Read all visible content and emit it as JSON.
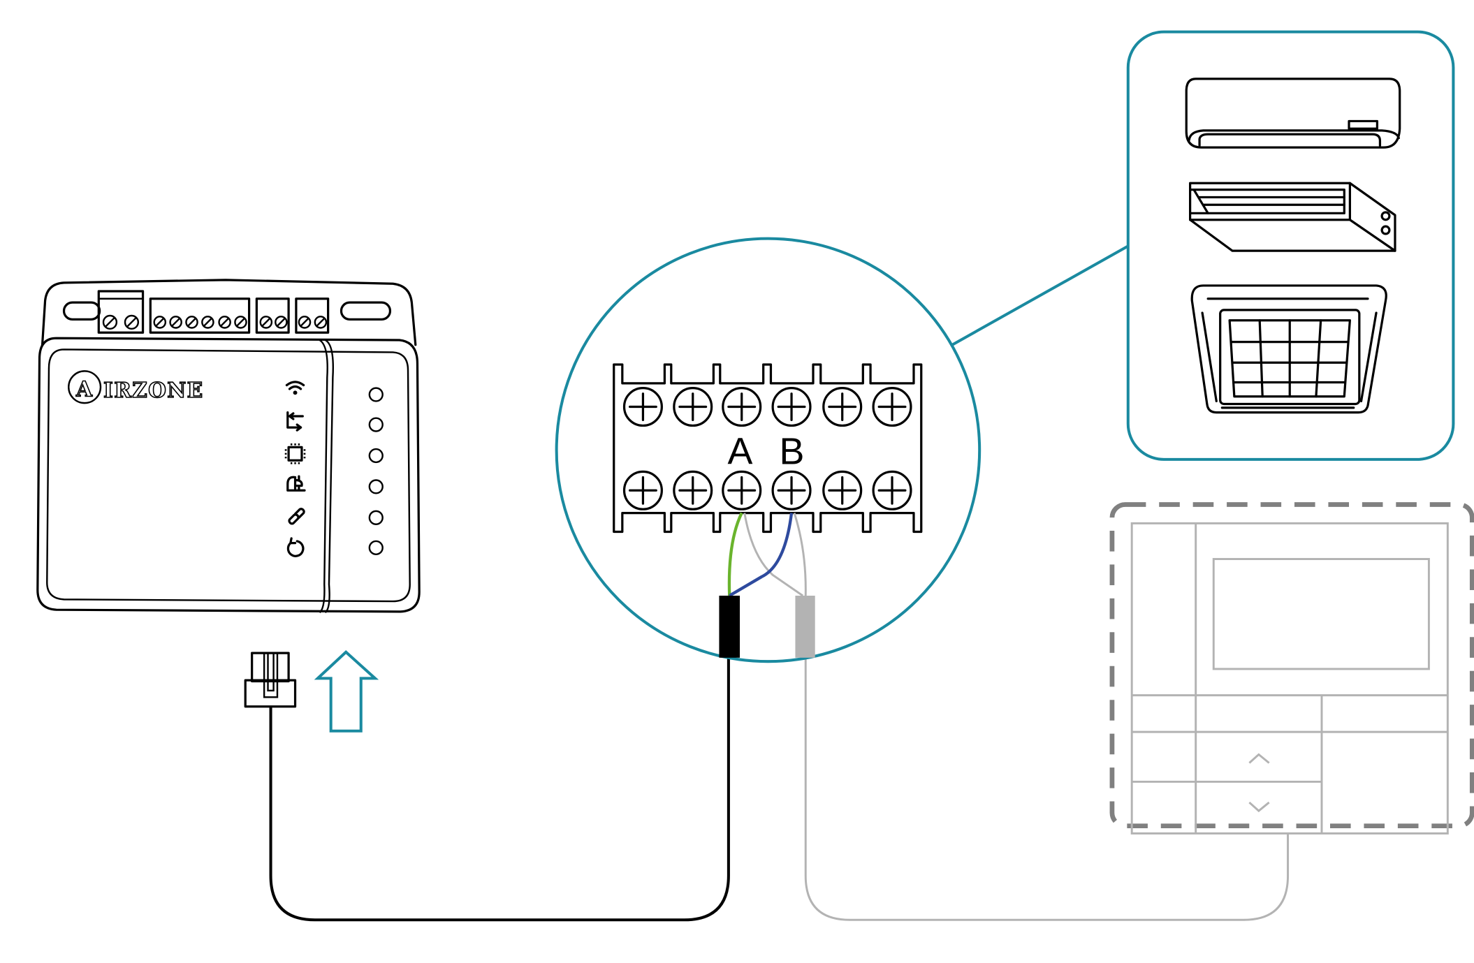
{
  "device": {
    "brand_logo": "AIRZONE",
    "logo_initial": "A",
    "logo_rest": "IRZONE",
    "status_icons": [
      "wifi-icon",
      "data-transfer-icon",
      "chip-icon",
      "power-plug-icon",
      "link-icon",
      "reset-icon"
    ]
  },
  "terminal_block": {
    "label_a": "A",
    "label_b": "B"
  },
  "colors": {
    "accent": "#1a8aa0",
    "wire_a": "#6ab42d",
    "wire_b": "#2e4a9e",
    "wire_grey": "#b3b3b3",
    "dashed_frame": "#808080"
  },
  "indoor_units": [
    "wall-split-unit",
    "ducted-unit",
    "cassette-unit"
  ],
  "controller": {
    "buttons": [
      "up",
      "down"
    ]
  }
}
